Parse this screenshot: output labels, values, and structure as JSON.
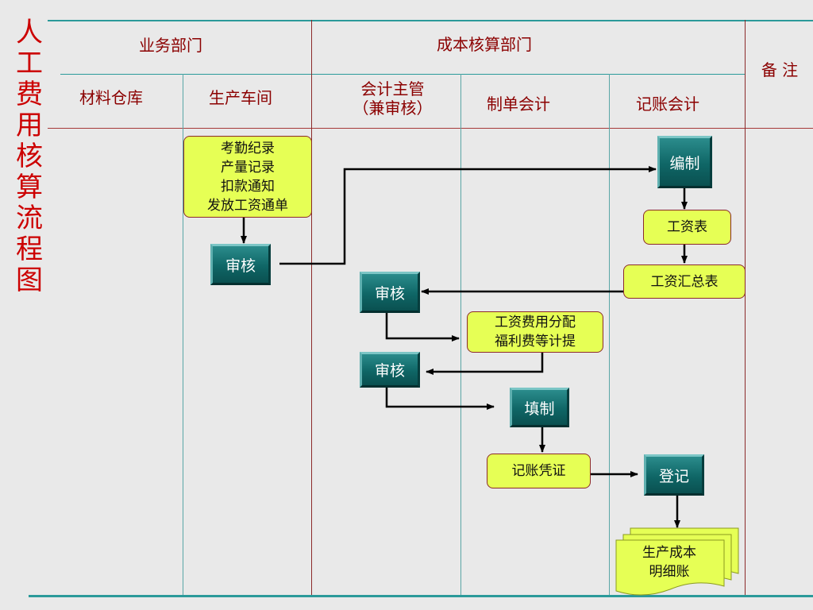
{
  "title_chars": [
    "人",
    "工",
    "费",
    "用",
    "核",
    "算",
    "流",
    "程",
    "图"
  ],
  "headers": {
    "business_dept": "业务部门",
    "cost_dept": "成本核算部门",
    "remarks": "备 注",
    "material_warehouse": "材料仓库",
    "production_workshop": "生产车间",
    "accounting_supervisor_1": "会计主管",
    "accounting_supervisor_2": "（兼审核）",
    "voucher_accountant": "制单会计",
    "bookkeeping_accountant": "记账会计"
  },
  "nodes": {
    "source_docs": [
      "考勤纪录",
      "产量记录",
      "扣款通知",
      "发放工资通单"
    ],
    "review_1": "审核",
    "compile": "编制",
    "payroll": "工资表",
    "payroll_summary": "工资汇总表",
    "review_2": "审核",
    "allocation": [
      "工资费用分配",
      "福利费等计提"
    ],
    "review_3": "审核",
    "fill": "填制",
    "voucher": "记账凭证",
    "post": "登记",
    "ledger": [
      "生产成本",
      "明细账"
    ]
  },
  "colors": {
    "title_red": "#cc0000",
    "header_text": "#8b0000",
    "teal_button": "#0f6666",
    "yellow_box": "#e6ff55",
    "background": "#e9e9e9"
  }
}
